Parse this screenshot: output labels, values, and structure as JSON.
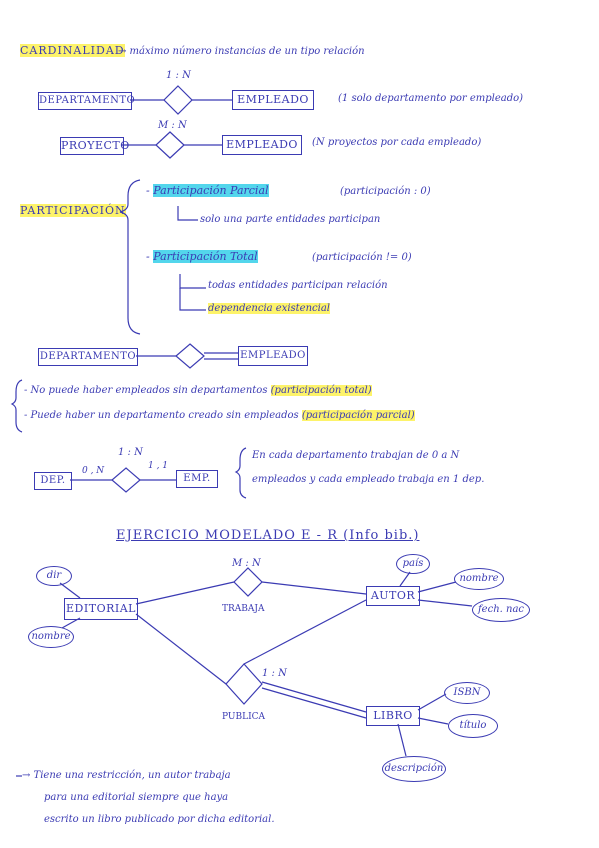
{
  "card": {
    "title": "CARDINALIDAD",
    "definition": "→ máximo número instancias de un tipo relación",
    "ex1": {
      "left": "DEPARTAMENTO",
      "ratio": "1 : N",
      "right": "EMPLEADO",
      "note": "(1 solo departamento por empleado)"
    },
    "ex2": {
      "left": "PROYECTO",
      "ratio": "M : N",
      "right": "EMPLEADO",
      "note": "(N proyectos por cada empleado)"
    }
  },
  "part": {
    "title": "PARTICIPACIÓN",
    "partial_label": "Participación Parcial",
    "partial_value": "(participación : 0)",
    "partial_desc": "solo una parte entidades participan",
    "total_label": "Participación Total",
    "total_value": "(participación != 0)",
    "total_desc1": "todas entidades participan relación",
    "total_desc2": "dependencia existencial"
  },
  "dep": {
    "left": "DEPARTAMENTO",
    "right": "EMPLEADO",
    "line1_a": "- No puede haber empleados sin departamentos",
    "line1_b": "(participación total)",
    "line2_a": "- Puede haber un departamento creado sin empleados",
    "line2_b": "(participación parcial)"
  },
  "ex3": {
    "left": "DEP.",
    "right": "EMP.",
    "ratio": "1 : N",
    "left_card": "0 , N",
    "right_card": "1 , 1",
    "note1": "En cada departamento trabajan de 0 a N",
    "note2": "empleados y cada empleado trabaja en 1 dep."
  },
  "exercise": {
    "title": "EJERCICIO MODELADO E - R (Info bib.)",
    "editorial": "EDITORIAL",
    "autor": "AUTOR",
    "libro": "LIBRO",
    "trabaja": "TRABAJA",
    "publica": "PUBLICA",
    "mn": "M : N",
    "one_n": "1 : N",
    "attr_dir": "dir",
    "attr_nombre_ed": "nombre",
    "attr_pais": "país",
    "attr_nombre_aut": "nombre",
    "attr_fecha": "fech. nac",
    "attr_isbn": "ISBN",
    "attr_titulo": "título",
    "attr_desc": "descripción"
  },
  "restriction": {
    "line1": "→ Tiene una restricción, un autor trabaja",
    "line2": "para una editorial siempre que haya",
    "line3": "escrito un libro publicado por dicha editorial."
  }
}
